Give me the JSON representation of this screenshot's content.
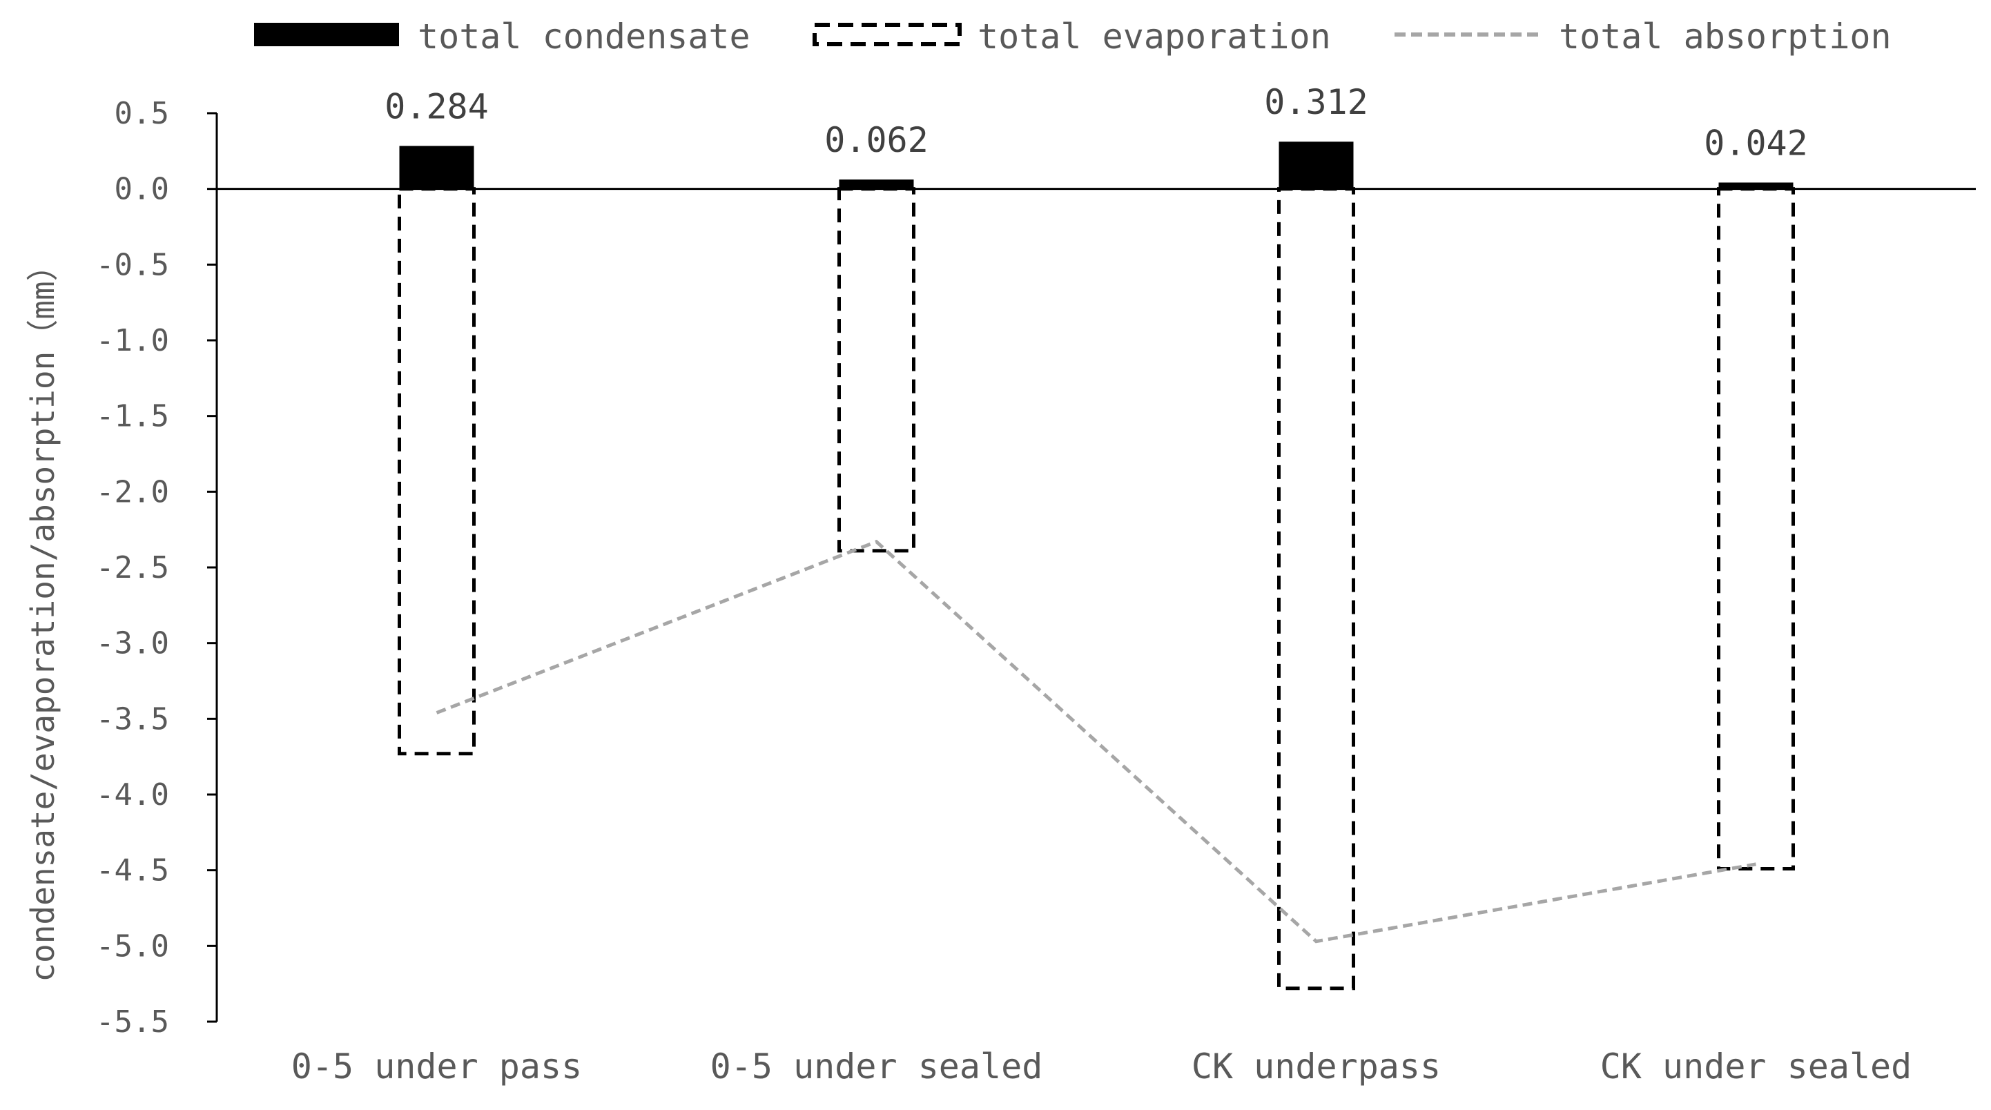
{
  "chart_data": {
    "type": "bar",
    "title": "",
    "xlabel": "",
    "ylabel": "condensate/evaporation/absorption（mm）",
    "ylim": [
      -5.5,
      0.5
    ],
    "yticks": [
      "0.5",
      "0.0",
      "-0.5",
      "-1.0",
      "-1.5",
      "-2.0",
      "-2.5",
      "-3.0",
      "-3.5",
      "-4.0",
      "-4.5",
      "-5.0",
      "-5.5"
    ],
    "categories": [
      "0-5 under pass",
      "0-5 under sealed",
      "CK underpass",
      "CK under sealed"
    ],
    "grid": false,
    "legend_position": "top",
    "series": [
      {
        "name": "total condensate",
        "kind": "bar",
        "style": "solid",
        "color": "#000000",
        "values": [
          0.284,
          0.062,
          0.312,
          0.042
        ],
        "data_labels": [
          "0.284",
          "0.062",
          "0.312",
          "0.042"
        ]
      },
      {
        "name": "total evaporation",
        "kind": "bar",
        "style": "dashed-outline",
        "color": "#000000",
        "values": [
          -3.73,
          -2.39,
          -5.28,
          -4.49
        ]
      },
      {
        "name": "total absorption",
        "kind": "line",
        "style": "dashed",
        "color": "#A6A6A6",
        "values": [
          -3.46,
          -2.33,
          -4.97,
          -4.46
        ]
      }
    ]
  }
}
